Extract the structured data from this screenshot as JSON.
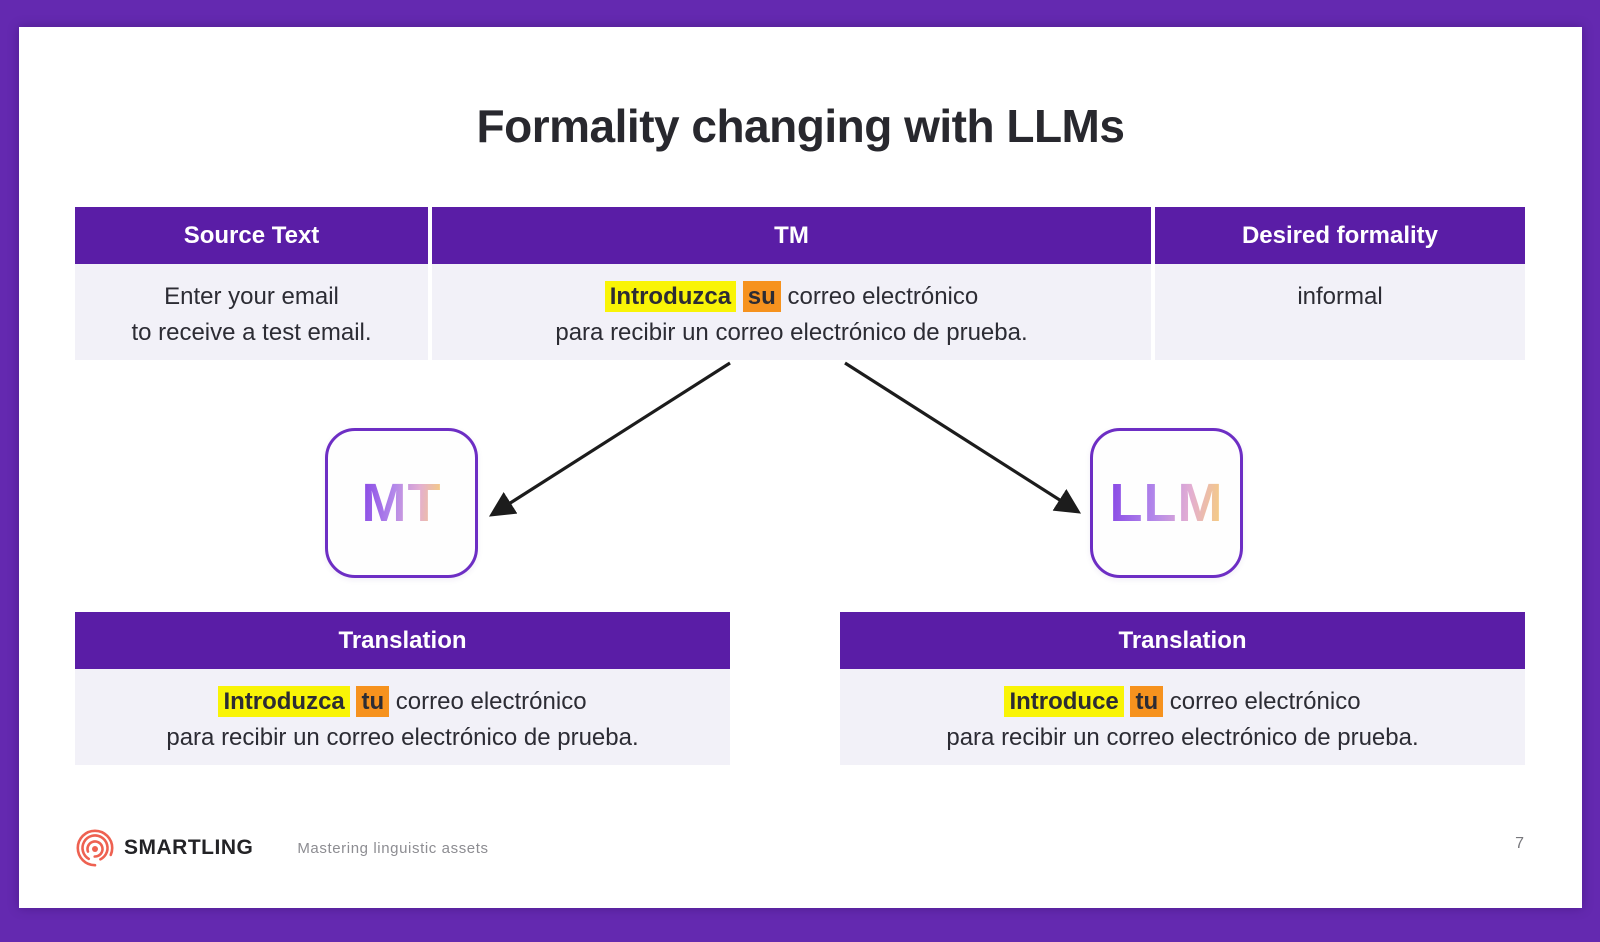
{
  "slide": {
    "title": "Formality changing with LLMs",
    "source_table": {
      "headers": [
        "Source Text",
        "TM",
        "Desired formality"
      ],
      "source_text_line1": "Enter your email",
      "source_text_line2": "to receive a test email.",
      "tm": {
        "hl_yellow": "Introduzca",
        "hl_orange": "su",
        "line1_rest": "correo electrónico",
        "line2": "para recibir un correo electrónico de prueba."
      },
      "desired_formality": "informal"
    },
    "nodes": {
      "mt_label": "MT",
      "llm_label": "LLM"
    },
    "translations": {
      "left": {
        "header": "Translation",
        "hl_yellow": "Introduzca",
        "hl_orange": "tu",
        "line1_rest": "correo electrónico",
        "line2": "para recibir un correo electrónico de prueba."
      },
      "right": {
        "header": "Translation",
        "hl_yellow": "Introduce",
        "hl_orange": "tu",
        "line1_rest": "correo electrónico",
        "line2": "para recibir un correo electrónico de prueba."
      }
    },
    "footer": {
      "brand": "SMARTLING",
      "tagline": "Mastering linguistic assets",
      "page_number": "7"
    },
    "colors": {
      "frame_purple": "#6429b0",
      "header_purple": "#5a1da6",
      "body_bg": "#f2f1f8",
      "highlight_yellow": "#f9f406",
      "highlight_orange": "#f6921e",
      "brand_coral": "#ee6151",
      "text_dark": "#2c2c34"
    }
  }
}
